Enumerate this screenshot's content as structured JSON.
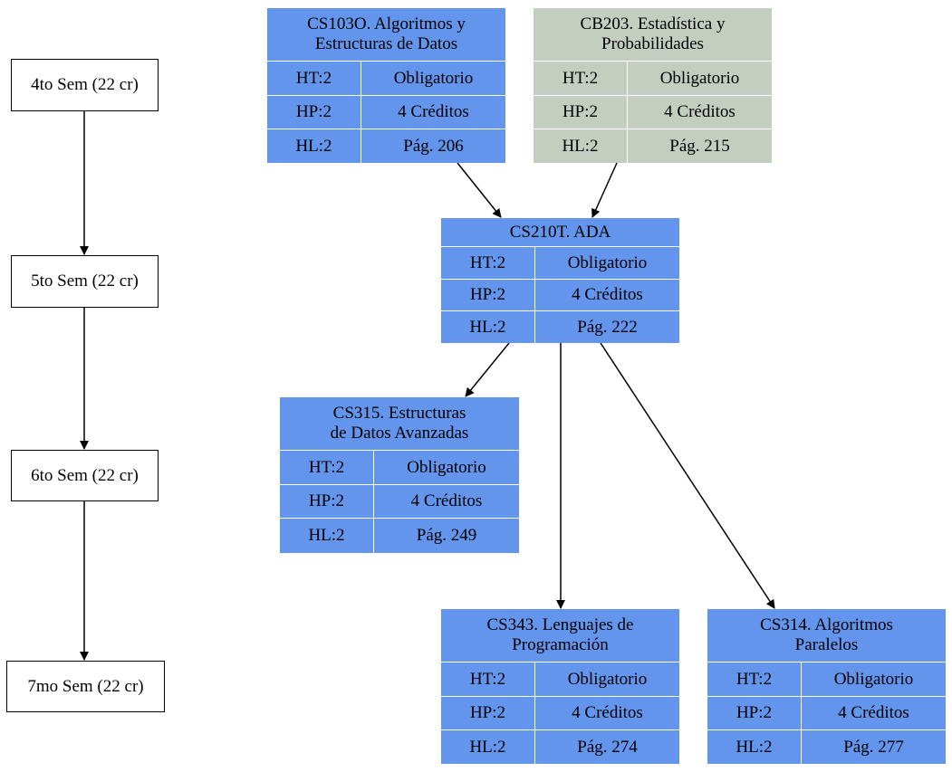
{
  "semesters": [
    {
      "id": "sem4",
      "label": "4to Sem (22 cr)"
    },
    {
      "id": "sem5",
      "label": "5to Sem (22 cr)"
    },
    {
      "id": "sem6",
      "label": "6to Sem (22 cr)"
    },
    {
      "id": "sem7",
      "label": "7mo Sem (22 cr)"
    }
  ],
  "courses": [
    {
      "id": "cs103o",
      "title_lines": [
        "CS103O. Algoritmos y",
        "Estructuras de Datos"
      ],
      "ht": "HT:2",
      "hp": "HP:2",
      "hl": "HL:2",
      "type": "Obligatorio",
      "credits": "4 Créditos",
      "page": "Pág. 206",
      "color": "#6495ed"
    },
    {
      "id": "cb203",
      "title_lines": [
        "CB203. Estadística y",
        "Probabilidades"
      ],
      "ht": "HT:2",
      "hp": "HP:2",
      "hl": "HL:2",
      "type": "Obligatorio",
      "credits": "4 Créditos",
      "page": "Pág. 215",
      "color": "#c3cdc0"
    },
    {
      "id": "cs210t",
      "title_lines": [
        "CS210T. ADA"
      ],
      "ht": "HT:2",
      "hp": "HP:2",
      "hl": "HL:2",
      "type": "Obligatorio",
      "credits": "4 Créditos",
      "page": "Pág. 222",
      "color": "#6495ed"
    },
    {
      "id": "cs315",
      "title_lines": [
        "CS315. Estructuras",
        "de Datos Avanzadas"
      ],
      "ht": "HT:2",
      "hp": "HP:2",
      "hl": "HL:2",
      "type": "Obligatorio",
      "credits": "4 Créditos",
      "page": "Pág. 249",
      "color": "#6495ed"
    },
    {
      "id": "cs343",
      "title_lines": [
        "CS343. Lenguajes de",
        "Programación"
      ],
      "ht": "HT:2",
      "hp": "HP:2",
      "hl": "HL:2",
      "type": "Obligatorio",
      "credits": "4 Créditos",
      "page": "Pág. 274",
      "color": "#6495ed"
    },
    {
      "id": "cs314",
      "title_lines": [
        "CS314. Algoritmos",
        "Paralelos"
      ],
      "ht": "HT:2",
      "hp": "HP:2",
      "hl": "HL:2",
      "type": "Obligatorio",
      "credits": "4 Créditos",
      "page": "Pág. 277",
      "color": "#6495ed"
    }
  ],
  "edges": [
    {
      "from": "sem4",
      "to": "sem5"
    },
    {
      "from": "sem5",
      "to": "sem6"
    },
    {
      "from": "sem6",
      "to": "sem7"
    },
    {
      "from": "cs103o",
      "to": "cs210t"
    },
    {
      "from": "cb203",
      "to": "cs210t"
    },
    {
      "from": "cs210t",
      "to": "cs315"
    },
    {
      "from": "cs210t",
      "to": "cs343"
    },
    {
      "from": "cs210t",
      "to": "cs314"
    }
  ]
}
